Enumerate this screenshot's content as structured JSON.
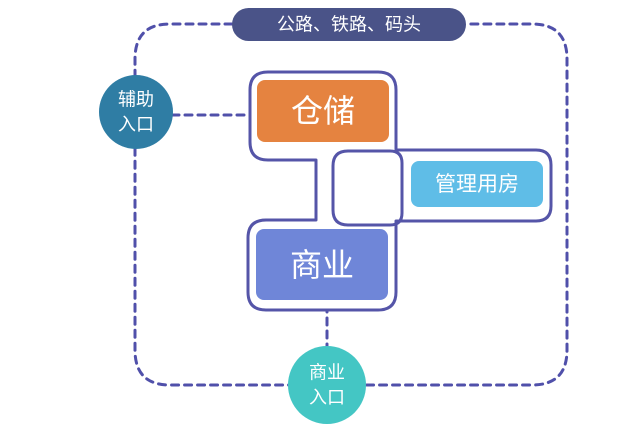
{
  "transport_label": "公路、铁路、码头",
  "nodes": {
    "auxiliary_entrance": {
      "line1": "辅助",
      "line2": "入口"
    },
    "warehouse": "仓储",
    "management_room": "管理用房",
    "commercial": "商业",
    "commercial_entrance": {
      "line1": "商业",
      "line2": "入口"
    }
  },
  "colors": {
    "outline": "#5555a8",
    "dashed_loop": "#5050aa",
    "transport_pill": "#4a5388",
    "auxiliary_entrance": "#2f7da4",
    "warehouse": "#e58340",
    "management_room": "#5fbde7",
    "commercial": "#6f86d8",
    "commercial_entrance": "#44c6c4"
  }
}
